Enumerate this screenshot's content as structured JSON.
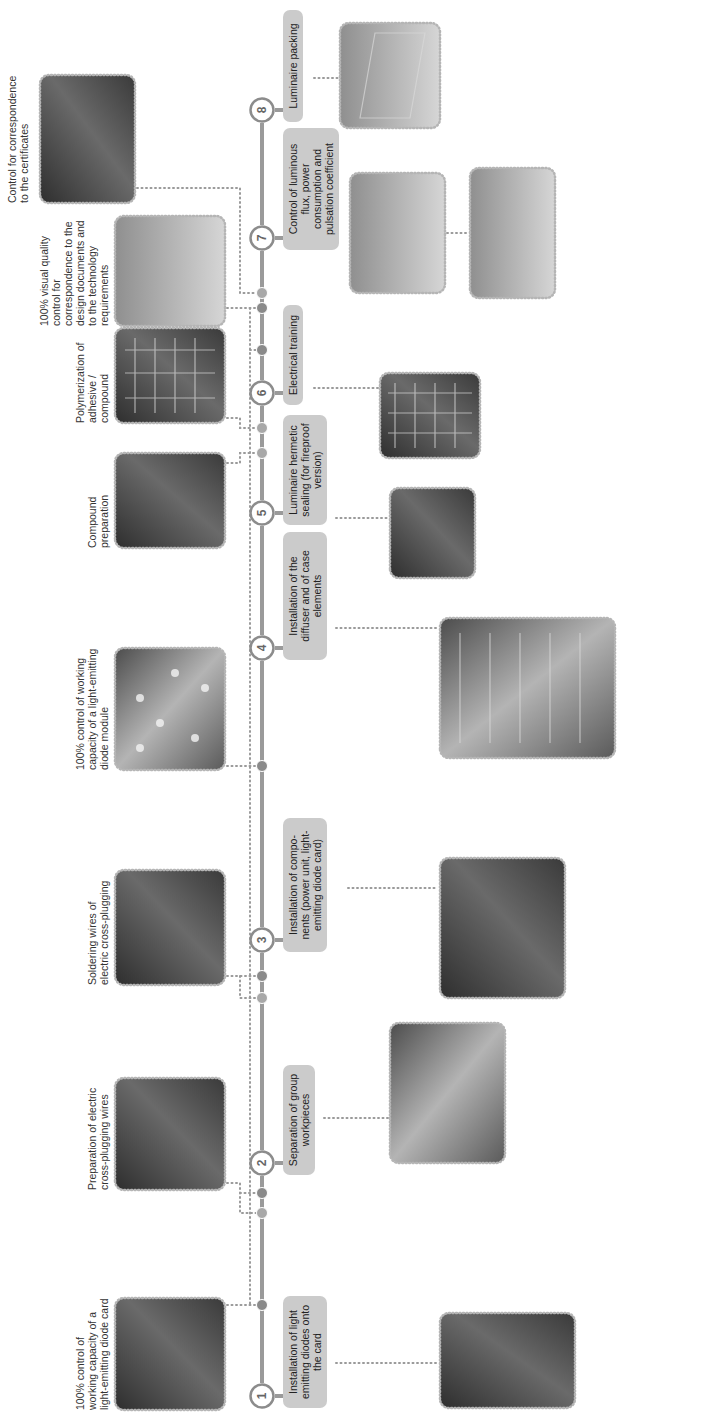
{
  "diagram": {
    "nodes": [
      {
        "text": [
          "1"
        ]
      },
      {
        "text": [
          "Installation of light emitting diodes onto the card"
        ]
      },
      {
        "text": [
          "2"
        ]
      },
      {
        "text": [
          "Separation of group workpieces"
        ]
      },
      {
        "text": [
          "3"
        ]
      },
      {
        "text": [
          "Installation of compo- nents (power unit, light- emitting diode card)"
        ]
      },
      {
        "text": [
          "4"
        ]
      },
      {
        "text": [
          "Installation of the diffuser and of case elements"
        ]
      },
      {
        "text": [
          "5"
        ]
      },
      {
        "text": [
          "Luminaire hermetic sealing (for fireproof version)"
        ]
      },
      {
        "text": [
          "6"
        ]
      },
      {
        "text": [
          "Electrical training"
        ]
      },
      {
        "text": [
          "7"
        ]
      },
      {
        "text": [
          "Control of luminous flux, power consumption and pulsation coefficient"
        ]
      },
      {
        "text": [
          "8"
        ]
      },
      {
        "text": [
          "Luminaire packing"
        ]
      }
    ],
    "edges": [
      {
        "from": 0,
        "to": 1,
        "arrow": "none"
      },
      {
        "from": 0,
        "to": 2,
        "arrow": "none"
      },
      {
        "from": 2,
        "to": 3,
        "arrow": "none"
      },
      {
        "from": 2,
        "to": 4,
        "arrow": "none"
      },
      {
        "from": 4,
        "to": 5,
        "arrow": "none"
      },
      {
        "from": 4,
        "to": 6,
        "arrow": "none"
      },
      {
        "from": 6,
        "to": 7,
        "arrow": "none"
      },
      {
        "from": 6,
        "to": 8,
        "arrow": "none"
      },
      {
        "from": 8,
        "to": 9,
        "arrow": "none"
      },
      {
        "from": 8,
        "to": 10,
        "arrow": "none"
      },
      {
        "from": 10,
        "to": 11,
        "arrow": "none"
      },
      {
        "from": 10,
        "to": 12,
        "arrow": "none"
      },
      {
        "from": 12,
        "to": 13,
        "arrow": "none"
      },
      {
        "from": 12,
        "to": 14,
        "arrow": "none"
      },
      {
        "from": 14,
        "to": 15,
        "arrow": "none"
      }
    ],
    "labels": [
      "100% control of working capacity of a light-emitting diode card",
      "Preparation of electric cross-plugging wires",
      "Soldering wires of electric cross-plugging",
      "100% control of working capacity of a light-emitting diode module",
      "Compound preparation",
      "Polymerization of adhesive / compound",
      "100% visual quality control for correspondence to the design documents and to the technology requirements",
      "Control for correspondence to the certificates"
    ]
  }
}
